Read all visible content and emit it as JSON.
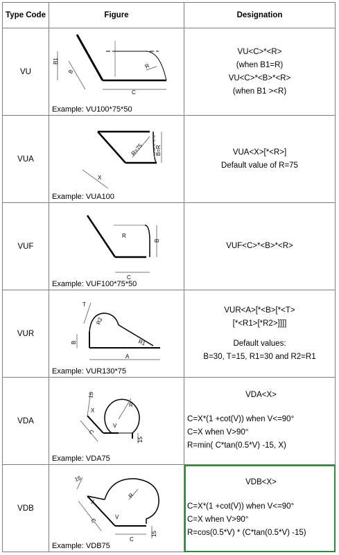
{
  "headers": {
    "type_code": "Type Code",
    "figure": "Figure",
    "designation": "Designation"
  },
  "rows": [
    {
      "code": "VU",
      "example": "Example: VU100*75*50",
      "designation": [
        "VU<C>*<R>",
        "(when B1=R)",
        "VU<C>*<B>*<R>",
        "(when B1 ><R)"
      ],
      "fig_labels": [
        "B1",
        "B",
        "R",
        "C"
      ]
    },
    {
      "code": "VUA",
      "example": "Example: VUA100",
      "designation": [
        "VUA<X>[*<R>]",
        "Default value of R=75"
      ],
      "fig_labels": [
        "R=75",
        "B=R",
        "X"
      ]
    },
    {
      "code": "VUF",
      "example": "Example: VUF100*75*50",
      "designation": [
        "VUF<C>*<B>*<R>"
      ],
      "fig_labels": [
        "R",
        "B",
        "C"
      ]
    },
    {
      "code": "VUR",
      "example": "Example: VUR130*75",
      "designation": [
        "VUR<A>[*<B>[*<T>",
        "[*<R1>[*R2>]]]]",
        "Default values:",
        "B=30, T=15, R1=30 and R2=R1"
      ],
      "fig_labels": [
        "T",
        "R2",
        "B",
        "R1",
        "A"
      ]
    },
    {
      "code": "VDA",
      "example": "Example: VDA75",
      "designation_title": "VDA<X>",
      "designation": [
        "C=X*(1 +cot(V)) when V<=90°",
        "C=X when V>90°",
        "R=min( C*tan(0.5*V) -15, X)"
      ],
      "fig_labels": [
        "15",
        "R",
        "X",
        "C",
        "V",
        "15"
      ]
    },
    {
      "code": "VDB",
      "example": "Example: VDB75",
      "designation_title": "VDB<X>",
      "designation": [
        "C=X*(1 +cot(V)) when V<=90°",
        "C=X when V>90°",
        "R=cos(0.5*V) * (C*tan(0.5*V) -15)"
      ],
      "fig_labels": [
        "15",
        "R",
        "X",
        "C",
        "V",
        "C",
        "15"
      ]
    }
  ]
}
